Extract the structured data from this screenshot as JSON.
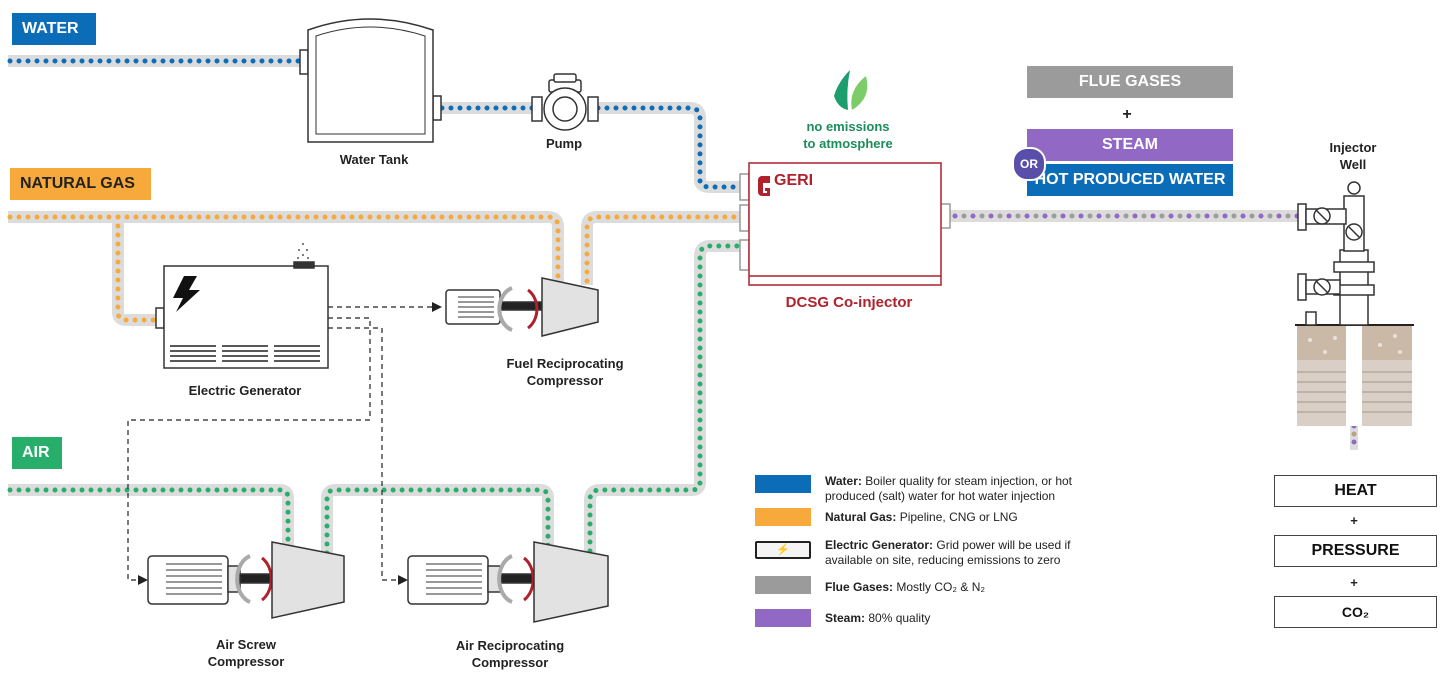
{
  "colors": {
    "water": "#0b6cb7",
    "gas": "#f7a93b",
    "air": "#27ae6a",
    "flue": "#9b9b9b",
    "steam": "#9168c4",
    "geri": "#b0212c",
    "pipe": "#dddddd"
  },
  "streams": {
    "water": "WATER",
    "gas": "NATURAL GAS",
    "air": "AIR"
  },
  "equipment": {
    "water_tank": "Water Tank",
    "pump": "Pump",
    "generator": "Electric Generator",
    "fuel_compressor": "Fuel Reciprocating Compressor",
    "screw_compressor": "Air Screw Compressor",
    "air_recip_compressor": "Air Reciprocating Compressor",
    "dcsg": "DCSG Co-injector",
    "injector_well": "Injector Well",
    "logo": "GERI"
  },
  "emissions": "no emissions to atmosphere",
  "outputs": {
    "flue": "FLUE GASES",
    "plus": "+",
    "steam": "STEAM",
    "or": "OR",
    "hot_water": "HOT PRODUCED WATER"
  },
  "legend": [
    {
      "key": "water",
      "bold": "Water:",
      "text": "Boiler quality for steam injection, or hot produced (salt) water for hot water injection"
    },
    {
      "key": "gas",
      "bold": "Natural Gas:",
      "text": "Pipeline, CNG or LNG"
    },
    {
      "key": "generator",
      "bold": "Electric Generator:",
      "text": "Grid power will be used if available on site, reducing emissions to zero"
    },
    {
      "key": "flue",
      "bold": "Flue Gases:",
      "text": "Mostly CO₂ & N₂"
    },
    {
      "key": "steam",
      "bold": "Steam:",
      "text": "80% quality"
    }
  ],
  "well_effects": {
    "heat": "HEAT",
    "pressure": "PRESSURE",
    "co2": "CO₂",
    "plus": "+"
  }
}
